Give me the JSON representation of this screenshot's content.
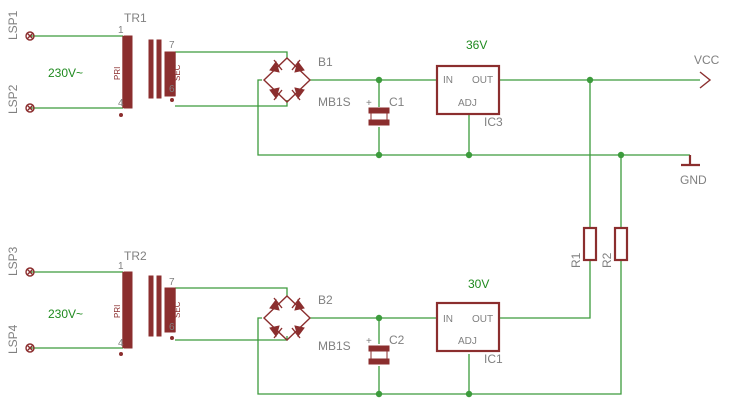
{
  "connectors": [
    "LSP1",
    "LSP2",
    "LSP3",
    "LSP4"
  ],
  "transformers": {
    "tr1": {
      "name": "TR1",
      "primary": "PRI",
      "secondary": "SEC",
      "pin1": "1",
      "pin4": "4",
      "pin7": "7",
      "pin6": "6",
      "voltage": "230V~"
    },
    "tr2": {
      "name": "TR2",
      "primary": "PRI",
      "secondary": "SEC",
      "pin1": "1",
      "pin4": "4",
      "pin7": "7",
      "pin6": "6",
      "voltage": "230V~"
    }
  },
  "bridges": {
    "b1": {
      "name": "B1",
      "value": "MB1S"
    },
    "b2": {
      "name": "B2",
      "value": "MB1S"
    }
  },
  "capacitors": {
    "c1": {
      "name": "C1",
      "polarity": "+"
    },
    "c2": {
      "name": "C2",
      "polarity": "+"
    }
  },
  "regulators": {
    "ic3": {
      "name": "IC3",
      "in": "IN",
      "out": "OUT",
      "adj": "ADJ",
      "value": "36V"
    },
    "ic1": {
      "name": "IC1",
      "in": "IN",
      "out": "OUT",
      "adj": "ADJ",
      "value": "30V"
    }
  },
  "resistors": [
    "R1",
    "R2"
  ],
  "supply": {
    "vcc": "VCC",
    "gnd": "GND"
  }
}
